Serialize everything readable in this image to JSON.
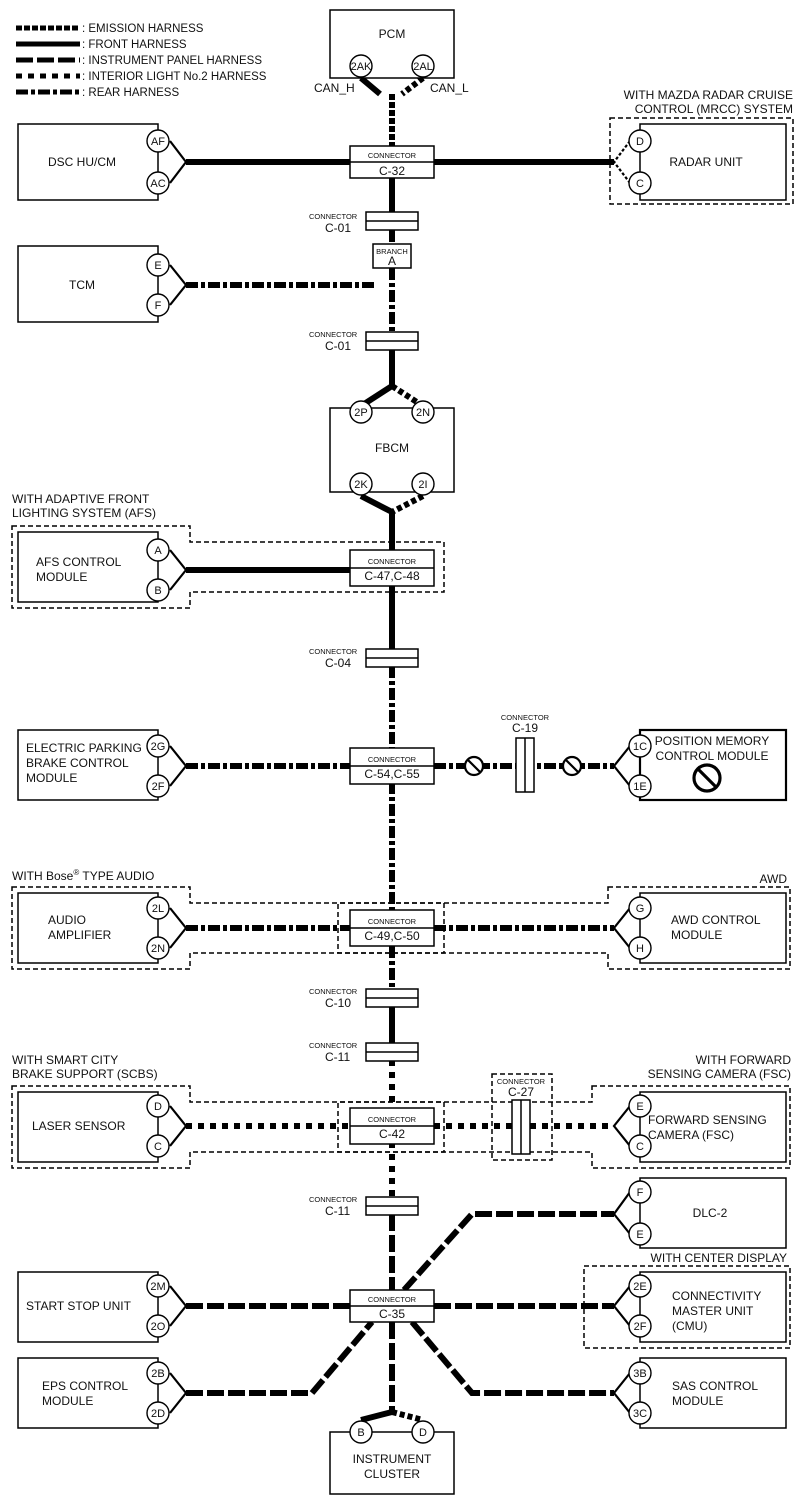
{
  "legend": [
    {
      "style": "emission",
      "label": ": EMISSION HARNESS"
    },
    {
      "style": "front",
      "label": ": FRONT HARNESS"
    },
    {
      "style": "instrument",
      "label": ": INSTRUMENT PANEL HARNESS"
    },
    {
      "style": "interior",
      "label": ": INTERIOR LIGHT No.2 HARNESS"
    },
    {
      "style": "rear",
      "label": ": REAR HARNESS"
    }
  ],
  "modules": {
    "pcm": {
      "title": "PCM",
      "pin_left": "2AK",
      "pin_right": "2AL",
      "can_h": "CAN_H",
      "can_l": "CAN_L"
    },
    "dsc": {
      "title": "DSC HU/CM",
      "pin_top": "AF",
      "pin_bottom": "AC"
    },
    "radar": {
      "title": "RADAR UNIT",
      "pin_top": "D",
      "pin_bottom": "C",
      "option_line1": "WITH MAZDA RADAR CRUISE",
      "option_line2": "CONTROL (MRCC) SYSTEM"
    },
    "tcm": {
      "title": "TCM",
      "pin_top": "E",
      "pin_bottom": "F"
    },
    "fbcm": {
      "title": "FBCM",
      "pin_top_left": "2P",
      "pin_top_right": "2N",
      "pin_bottom_left": "2K",
      "pin_bottom_right": "2I"
    },
    "afs": {
      "line1": "AFS CONTROL",
      "line2": "MODULE",
      "pin_top": "A",
      "pin_bottom": "B",
      "option_line1": "WITH ADAPTIVE FRONT",
      "option_line2": "LIGHTING SYSTEM (AFS)"
    },
    "epb": {
      "line1": "ELECTRIC PARKING",
      "line2": "BRAKE CONTROL",
      "line3": "MODULE",
      "pin_top": "2G",
      "pin_bottom": "2F"
    },
    "pmcm": {
      "line1": "POSITION MEMORY",
      "line2": "CONTROL MODULE",
      "pin_top": "1C",
      "pin_bottom": "1E"
    },
    "audio": {
      "line1": "AUDIO",
      "line2": "AMPLIFIER",
      "pin_top": "2L",
      "pin_bottom": "2N",
      "option_prefix": "WITH Bose",
      "option_reg": "®",
      "option_suffix": " TYPE AUDIO"
    },
    "awd": {
      "line1": "AWD CONTROL",
      "line2": "MODULE",
      "pin_top": "G",
      "pin_bottom": "H",
      "option": "AWD"
    },
    "laser": {
      "title": "LASER SENSOR",
      "pin_top": "D",
      "pin_bottom": "C",
      "option_line1": "WITH SMART CITY",
      "option_line2": "BRAKE SUPPORT (SCBS)"
    },
    "fsc": {
      "line1": "FORWARD SENSING",
      "line2": "CAMERA (FSC)",
      "pin_top": "E",
      "pin_bottom": "C",
      "option_line1": "WITH FORWARD",
      "option_line2": "SENSING CAMERA (FSC)"
    },
    "dlc": {
      "title": "DLC-2",
      "pin_top": "F",
      "pin_bottom": "E"
    },
    "startstop": {
      "title": "START STOP UNIT",
      "pin_top": "2M",
      "pin_bottom": "2O"
    },
    "cmu": {
      "line1": "CONNECTIVITY",
      "line2": "MASTER UNIT",
      "line3": "(CMU)",
      "pin_top": "2E",
      "pin_bottom": "2F",
      "option": "WITH CENTER DISPLAY"
    },
    "eps": {
      "line1": "EPS CONTROL",
      "line2": "MODULE",
      "pin_top": "2B",
      "pin_bottom": "2D"
    },
    "sas": {
      "line1": "SAS CONTROL",
      "line2": "MODULE",
      "pin_top": "3B",
      "pin_bottom": "3C"
    },
    "cluster": {
      "line1": "INSTRUMENT",
      "line2": "CLUSTER",
      "pin_left": "B",
      "pin_right": "D"
    }
  },
  "connectors": {
    "word": "CONNECTOR",
    "c32": "C-32",
    "c01a": "C-01",
    "branch_word": "BRANCH",
    "branch_id": "A",
    "c01b": "C-01",
    "c4748": "C-47,C-48",
    "c04": "C-04",
    "c5455": "C-54,C-55",
    "c19": "C-19",
    "c4950": "C-49,C-50",
    "c10": "C-10",
    "c11a": "C-11",
    "c42": "C-42",
    "c27": "C-27",
    "c11b": "C-11",
    "c35": "C-35"
  }
}
